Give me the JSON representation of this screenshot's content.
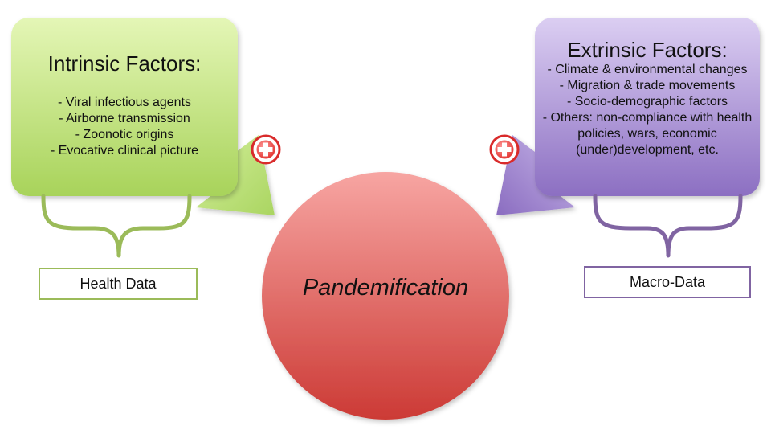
{
  "intrinsic": {
    "title": "Intrinsic Factors:",
    "items": [
      "- Viral infectious agents",
      "- Airborne transmission",
      "- Zoonotic origins",
      "- Evocative clinical picture"
    ]
  },
  "extrinsic": {
    "title": "Extrinsic Factors:",
    "items": [
      "- Climate & environmental changes",
      "- Migration & trade movements",
      "- Socio-demographic factors",
      "- Others: non-compliance with health policies, wars, economic (under)development, etc."
    ]
  },
  "center": {
    "label": "Pandemification"
  },
  "labels": {
    "health": "Health Data",
    "macro": "Macro-Data"
  },
  "colors": {
    "green_light": "#e2f5b0",
    "green_dark": "#a6d155",
    "purple_light": "#d4c5ee",
    "purple_dark": "#8a6cbf",
    "red_light": "#f4a09d",
    "red_dark": "#cf3b36",
    "green_border": "#9bbb59",
    "purple_border": "#8064a2"
  },
  "icons": {
    "plus": "plus-icon"
  }
}
